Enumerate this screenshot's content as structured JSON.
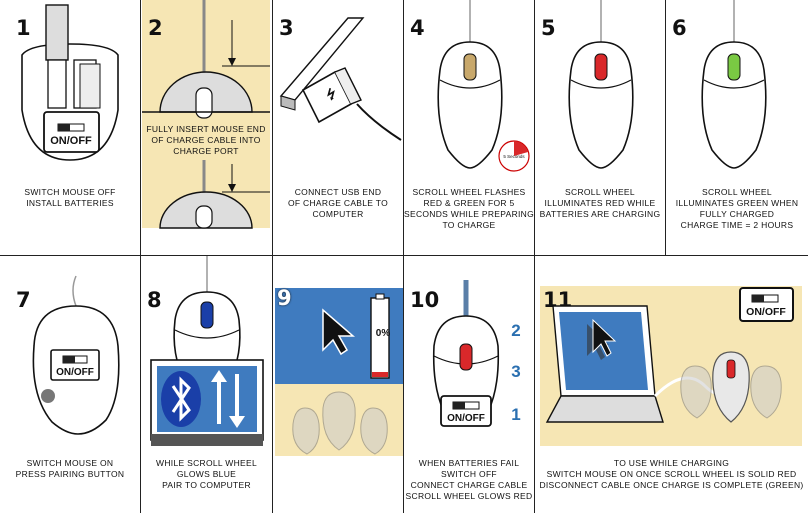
{
  "panels": [
    {
      "num": "1",
      "lines": [
        "Switch mouse off",
        "Install Batteries"
      ],
      "switch": "ON/OFF"
    },
    {
      "num": "2",
      "lines": [
        "Fully insert mouse end",
        "of charge cable into",
        "charge port"
      ]
    },
    {
      "num": "3",
      "lines": [
        "Connect USB end",
        "of charge cable to",
        "computer"
      ]
    },
    {
      "num": "4",
      "lines": [
        "Scroll wheel flashes",
        "red & green for 5",
        "seconds while preparing",
        "to charge"
      ],
      "timer": "5 Seconds"
    },
    {
      "num": "5",
      "lines": [
        "Scroll wheel",
        "illuminates red while",
        "batteries are charging"
      ]
    },
    {
      "num": "6",
      "lines": [
        "Scroll wheel",
        "illuminates green when",
        "fully charged",
        "charge time = 2 hours"
      ]
    },
    {
      "num": "7",
      "lines": [
        "Switch mouse on",
        "press pairing button"
      ],
      "switch": "ON/OFF"
    },
    {
      "num": "8",
      "lines": [
        "While scroll wheel",
        "glows blue",
        "pair to computer"
      ]
    },
    {
      "num": "9",
      "lines": [],
      "battery": "0%"
    },
    {
      "num": "10",
      "lines": [
        "When batteries fail",
        "switch off",
        "connect charge cable",
        "scroll wheel glows red"
      ],
      "switch": "ON/OFF",
      "steps": [
        "2",
        "3",
        "1"
      ]
    },
    {
      "num": "11",
      "lines": [
        "To use while charging",
        "switch mouse on once scroll wheel is solid red",
        "Disconnect cable once charge is complete (green)"
      ],
      "switch": "ON/OFF"
    }
  ],
  "colors": {
    "tan": "#f6e6b4",
    "screen_blue": "#3f7bbf",
    "red": "#d9282a",
    "green": "#7ac943",
    "blue": "#1a3fa8",
    "step_blue": "#2a6fb0"
  }
}
